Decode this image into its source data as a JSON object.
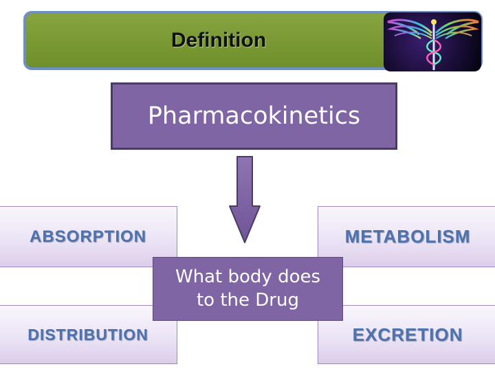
{
  "header": {
    "title": "Definition",
    "logo_icon": "caduceus-icon"
  },
  "diagram": {
    "main_title": "Pharmacokinetics",
    "arrow_icon": "arrow-down-icon",
    "center_text": "What body does\nto the Drug",
    "stages": {
      "absorption": "ABSORPTION",
      "metabolism": "METABOLISM",
      "distribution": "DISTRIBUTION",
      "excretion": "EXCRETION"
    }
  },
  "colors": {
    "header_fill": "#7a9a35",
    "header_border": "#6d8fc3",
    "box_fill": "#7f65a3",
    "stage_text": "#4d72ad"
  }
}
